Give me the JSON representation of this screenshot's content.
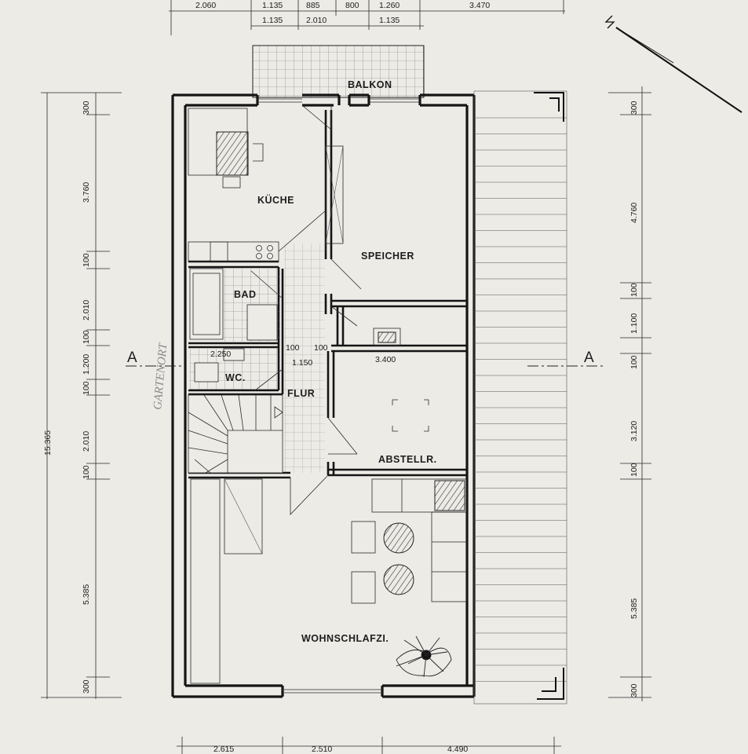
{
  "top_dims": {
    "row1": [
      "2.060",
      "1.135",
      "885",
      "800",
      "1.260",
      "3.470"
    ],
    "row2": [
      "1.135",
      "2.010",
      "1.135"
    ]
  },
  "bottom_dims": [
    "2.615",
    "2.510",
    "4.490"
  ],
  "left_dims": [
    "300",
    "3.760",
    "100",
    "2.010",
    "100",
    "1.200",
    "100",
    "2.010",
    "100",
    "5.385",
    "300"
  ],
  "left_total": "15.365",
  "right_dims": [
    "300",
    "4.760",
    "100",
    "1.100",
    "100",
    "3.120",
    "100",
    "5.385",
    "300"
  ],
  "rooms": {
    "balkon": "BALKON",
    "kueche": "KÜCHE",
    "speicher": "SPEICHER",
    "bad": "BAD",
    "wc": "WC.",
    "flur": "FLUR",
    "abstell": "ABSTELLR.",
    "wohnschlaf": "WOHNSCHLAFZI."
  },
  "inner_dims": {
    "bad_width": "2.250",
    "wall_a": "100",
    "wall_b": "100",
    "flur_width": "1.150",
    "abstell_width": "3.400"
  },
  "section": {
    "left": "A",
    "right": "A"
  },
  "handwriting": "GARTENORT"
}
